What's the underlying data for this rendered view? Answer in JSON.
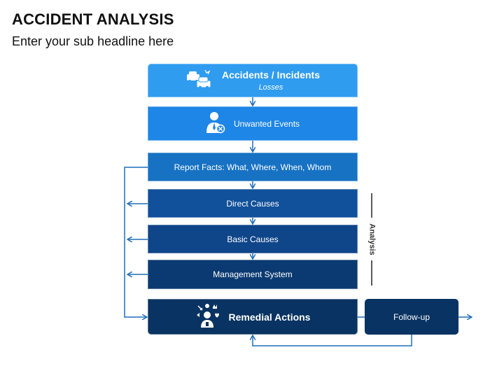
{
  "header": {
    "title": "ACCIDENT ANALYSIS",
    "subtitle": "Enter your sub headline here"
  },
  "flow": {
    "accidents_title": "Accidents / Incidents",
    "accidents_sub": "Losses",
    "unwanted_events": "Unwanted Events",
    "report_facts": "Report Facts: What, Where, When, Whom",
    "direct_causes": "Direct Causes",
    "basic_causes": "Basic Causes",
    "management_system": "Management System",
    "remedial_actions": "Remedial Actions",
    "follow_up": "Follow-up"
  },
  "side": {
    "analysis": "Analysis"
  },
  "colors": {
    "box1": "#2f9cf0",
    "box2": "#1e86e6",
    "box3": "#1772c4",
    "box4": "#11509a",
    "box5": "#0f4589",
    "box6": "#0b3a72",
    "box7": "#083362",
    "connector": "#1f6fb8"
  },
  "icons": [
    "cars-collision-icon",
    "person-cancel-icon",
    "person-options-icon"
  ]
}
